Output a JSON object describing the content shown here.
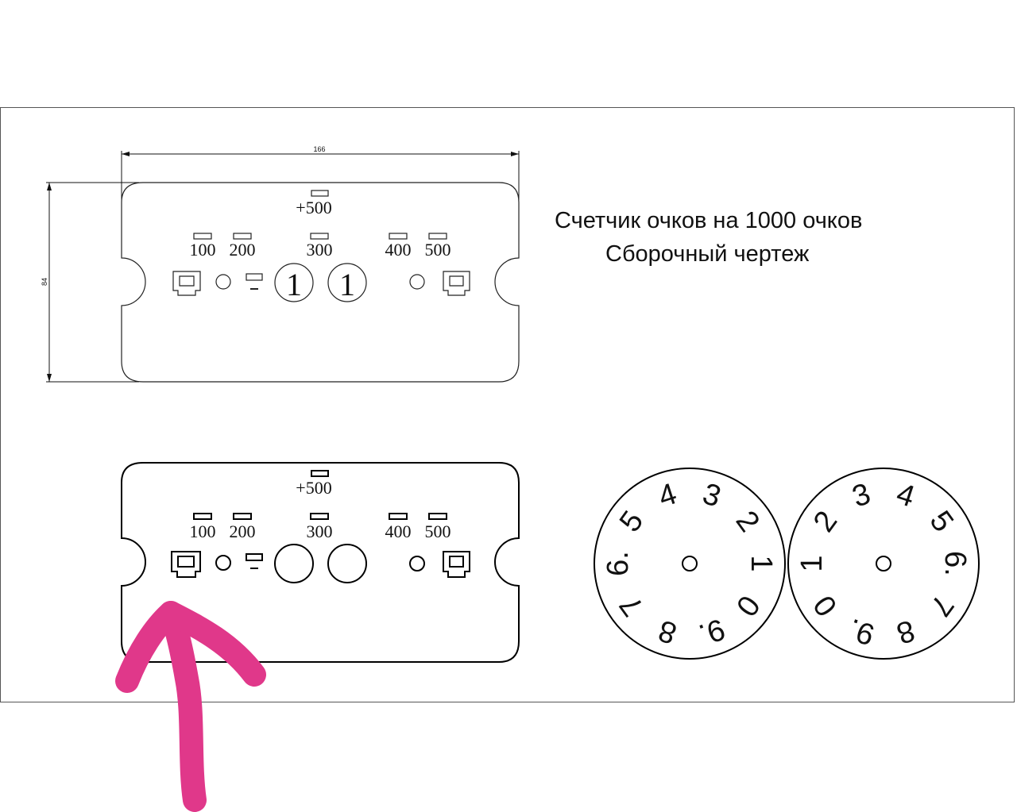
{
  "title": {
    "line1": "Счетчик очков на 1000 очков",
    "line2": "Сборочный чертеж"
  },
  "dimensions": {
    "width": "166",
    "height": "84"
  },
  "panel": {
    "bonus_label": "+500",
    "score_labels": [
      "100",
      "200",
      "300",
      "400",
      "500"
    ],
    "digit_window_values": [
      "1",
      "1"
    ]
  },
  "wheel_left": {
    "digits": [
      "1",
      "2",
      "3",
      "4",
      "5",
      "6.",
      "7",
      "8",
      "9.",
      "0"
    ]
  },
  "wheel_right": {
    "digits": [
      "1",
      "2",
      "3",
      "4",
      "5",
      "6.",
      "7",
      "8",
      "9.",
      "0"
    ]
  },
  "colors": {
    "line": "#111111",
    "annotation_arrow": "#e0388a",
    "frame": "#555555"
  },
  "icons": {
    "annotation": "pink-arrow-up-icon"
  }
}
